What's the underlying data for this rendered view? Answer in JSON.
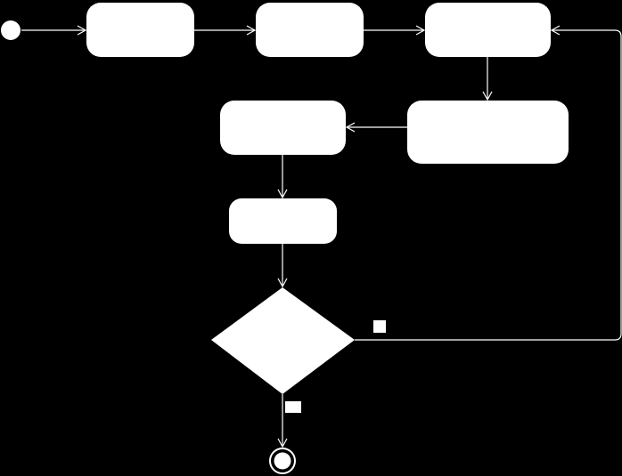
{
  "colors": {
    "background": "#000000",
    "shape_fill": "#ffffff",
    "connector": "#ffffff",
    "label_text": "#000000"
  },
  "diagram": {
    "type": "activity-diagram",
    "nodes": [
      {
        "id": "start",
        "kind": "initial-node",
        "label": ""
      },
      {
        "id": "activity-1",
        "kind": "action",
        "label": ""
      },
      {
        "id": "activity-2",
        "kind": "action",
        "label": ""
      },
      {
        "id": "activity-3",
        "kind": "action",
        "label": ""
      },
      {
        "id": "activity-4",
        "kind": "action",
        "label": ""
      },
      {
        "id": "activity-5",
        "kind": "action",
        "label": ""
      },
      {
        "id": "activity-6",
        "kind": "action",
        "label": ""
      },
      {
        "id": "decision",
        "kind": "decision",
        "label": ""
      },
      {
        "id": "end",
        "kind": "final-node",
        "label": ""
      }
    ],
    "edges": [
      {
        "from": "start",
        "to": "activity-1",
        "guard": ""
      },
      {
        "from": "activity-1",
        "to": "activity-2",
        "guard": ""
      },
      {
        "from": "activity-2",
        "to": "activity-3",
        "guard": ""
      },
      {
        "from": "activity-3",
        "to": "activity-4",
        "guard": ""
      },
      {
        "from": "activity-4",
        "to": "activity-5",
        "guard": ""
      },
      {
        "from": "activity-5",
        "to": "activity-6",
        "guard": ""
      },
      {
        "from": "activity-6",
        "to": "decision",
        "guard": ""
      },
      {
        "from": "decision",
        "to": "activity-3",
        "guard": ""
      },
      {
        "from": "decision",
        "to": "end",
        "guard": ""
      }
    ]
  }
}
